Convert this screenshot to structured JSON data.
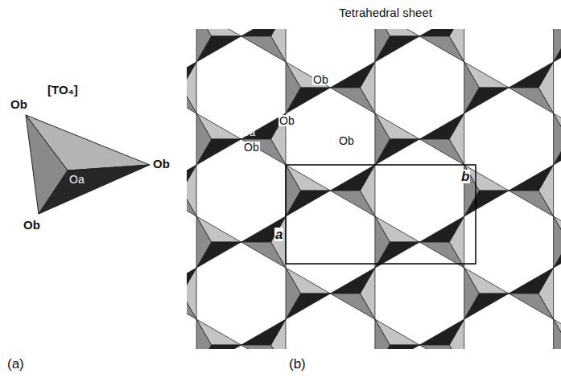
{
  "diagram": {
    "labels": [
      "[TO₄]",
      "Ob",
      "Oa",
      "Ob",
      "Ob",
      "Tetrahedral sheet",
      "Ob",
      "Oa",
      "Ob",
      "Ob",
      "Ob",
      "b",
      "a",
      "(a)",
      "(b)"
    ]
  }
}
